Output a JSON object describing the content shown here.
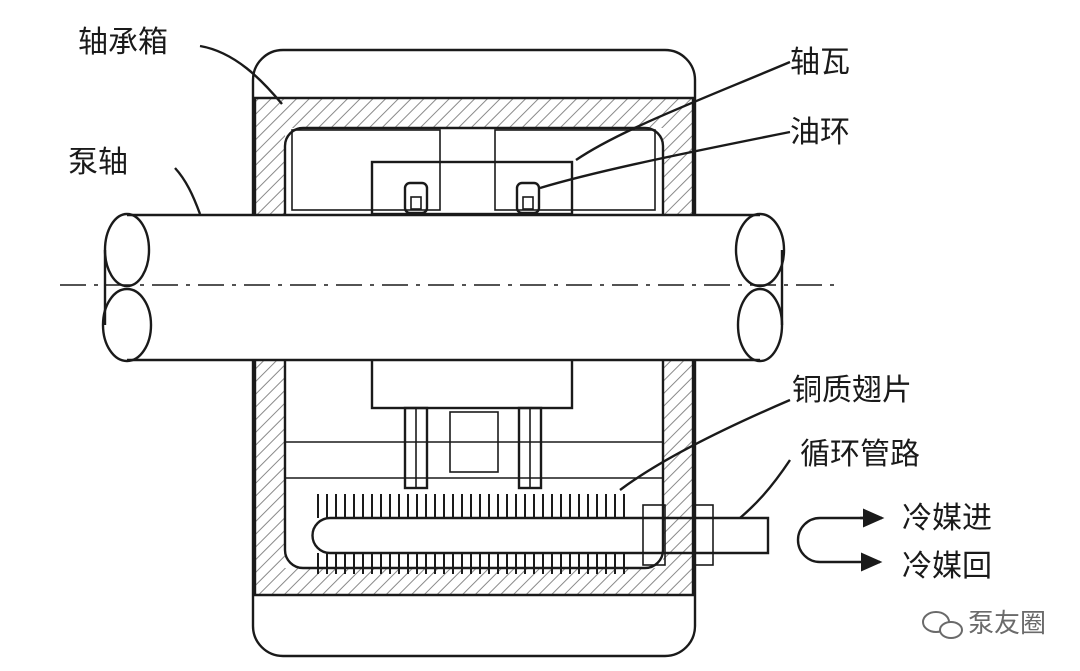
{
  "labels": {
    "bearing_box": "轴承箱",
    "bearing_bush": "轴瓦",
    "oil_ring": "油环",
    "pump_shaft": "泵轴",
    "copper_fins": "铜质翅片",
    "circulation_pipe": "循环管路",
    "coolant_in": "冷媒进",
    "coolant_return": "冷媒回"
  },
  "watermark": {
    "icon": "chat-bubbles-icon",
    "text": "泵友圈"
  },
  "colors": {
    "line": "#1a1a1a",
    "hatch": "#8a8a8a",
    "background": "#ffffff"
  }
}
